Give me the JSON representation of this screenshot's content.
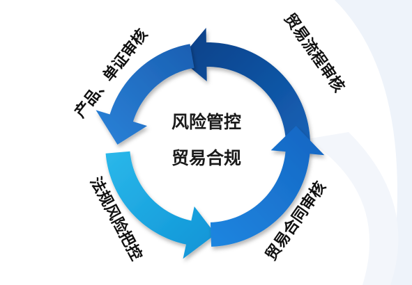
{
  "center": {
    "line1": "风险管控",
    "line2": "贸易合规"
  },
  "labels": {
    "top_right": "贸易流程审核",
    "top_left": "产品、单证审核",
    "bottom_left": "法规风险把控",
    "bottom_right": "贸易合同审核"
  },
  "colors": {
    "top_right_arrow": "#0b4f9c",
    "top_left_arrow": "#1f6fc8",
    "bottom_left_arrow": "#17a6e0",
    "bottom_right_arrow": "#1a78d6",
    "background_swoosh": "#eef3fa"
  }
}
